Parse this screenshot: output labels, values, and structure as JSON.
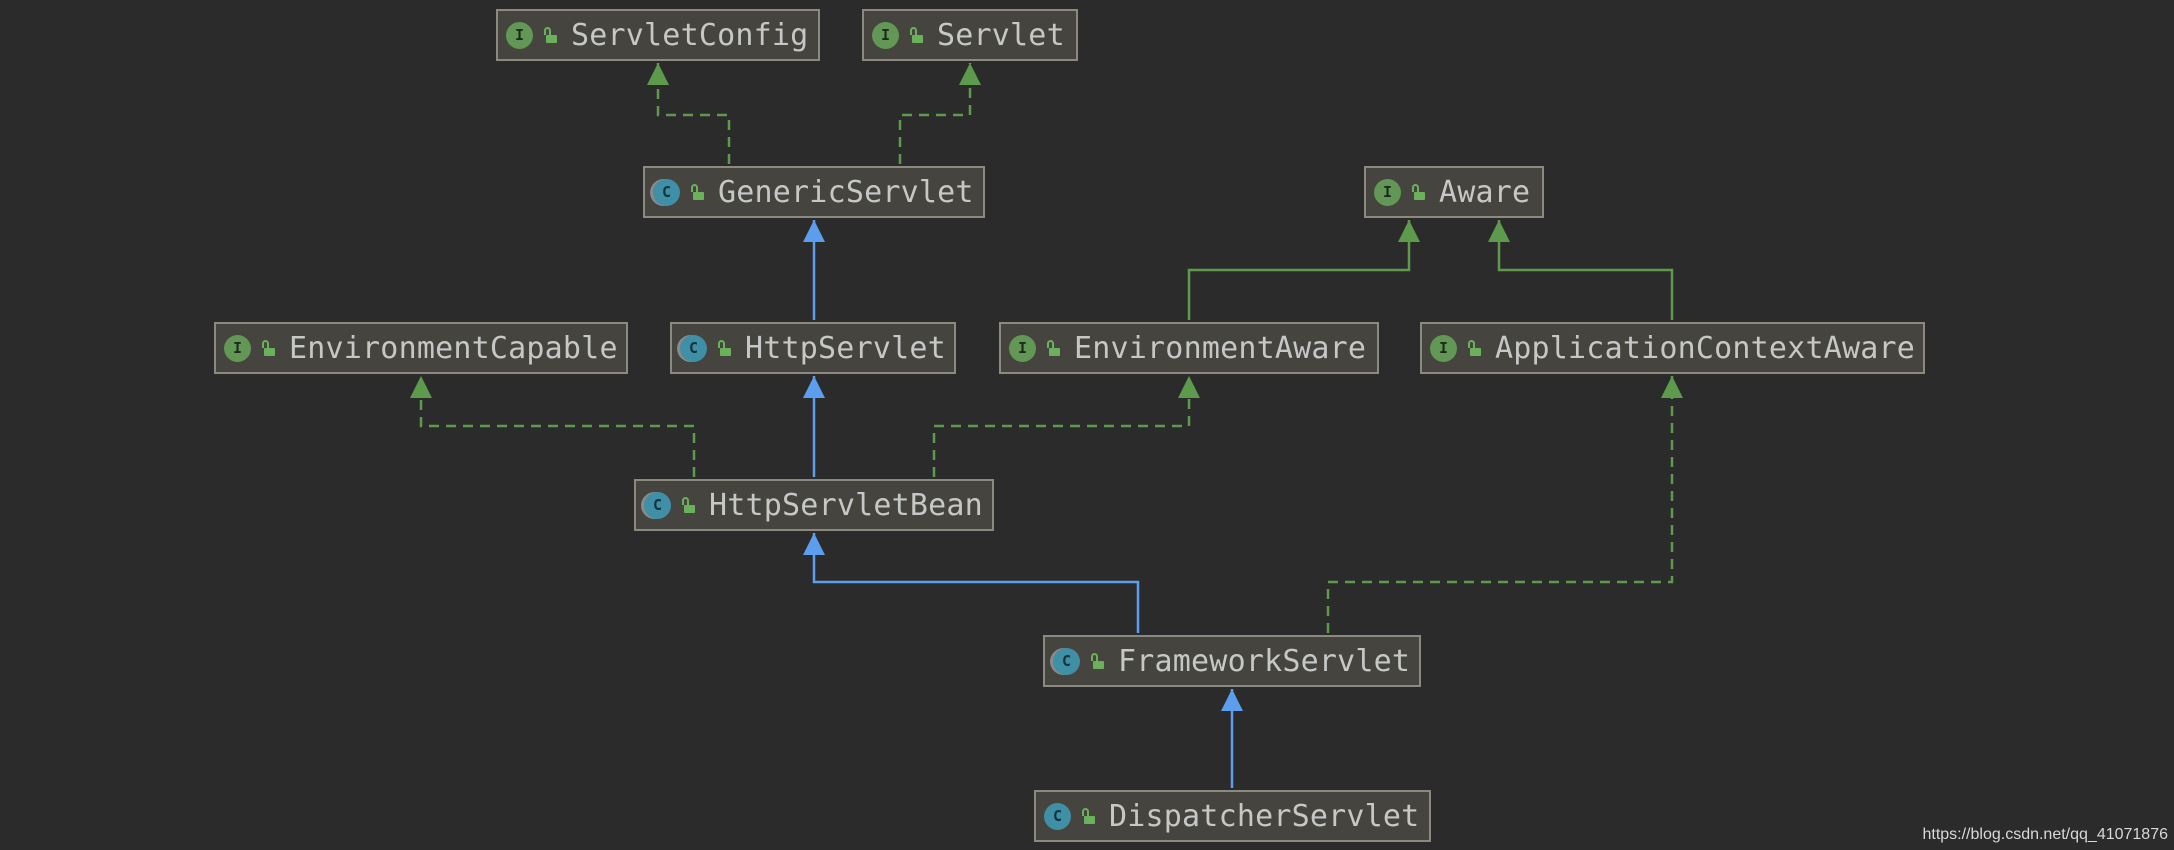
{
  "diagram": {
    "nodes": [
      {
        "id": "servletconfig",
        "name": "ServletConfig",
        "kind": "interface",
        "kind_glyph": "I"
      },
      {
        "id": "servlet",
        "name": "Servlet",
        "kind": "interface",
        "kind_glyph": "I"
      },
      {
        "id": "genericservlet",
        "name": "GenericServlet",
        "kind": "abstract-class",
        "kind_glyph": "C"
      },
      {
        "id": "aware",
        "name": "Aware",
        "kind": "interface",
        "kind_glyph": "I"
      },
      {
        "id": "environmentcapable",
        "name": "EnvironmentCapable",
        "kind": "interface",
        "kind_glyph": "I"
      },
      {
        "id": "httpservlet",
        "name": "HttpServlet",
        "kind": "abstract-class",
        "kind_glyph": "C"
      },
      {
        "id": "environmentaware",
        "name": "EnvironmentAware",
        "kind": "interface",
        "kind_glyph": "I"
      },
      {
        "id": "applicationcontextaware",
        "name": "ApplicationContextAware",
        "kind": "interface",
        "kind_glyph": "I"
      },
      {
        "id": "httpservletbean",
        "name": "HttpServletBean",
        "kind": "abstract-class",
        "kind_glyph": "C"
      },
      {
        "id": "frameworkservlet",
        "name": "FrameworkServlet",
        "kind": "abstract-class",
        "kind_glyph": "C"
      },
      {
        "id": "dispatcherservlet",
        "name": "DispatcherServlet",
        "kind": "class",
        "kind_glyph": "C"
      }
    ],
    "edges": [
      {
        "from": "genericservlet",
        "to": "servletconfig",
        "type": "implements"
      },
      {
        "from": "genericservlet",
        "to": "servlet",
        "type": "implements"
      },
      {
        "from": "httpservlet",
        "to": "genericservlet",
        "type": "extends"
      },
      {
        "from": "environmentaware",
        "to": "aware",
        "type": "interface-extends"
      },
      {
        "from": "applicationcontextaware",
        "to": "aware",
        "type": "interface-extends"
      },
      {
        "from": "httpservletbean",
        "to": "environmentcapable",
        "type": "implements"
      },
      {
        "from": "httpservletbean",
        "to": "httpservlet",
        "type": "extends"
      },
      {
        "from": "httpservletbean",
        "to": "environmentaware",
        "type": "implements"
      },
      {
        "from": "frameworkservlet",
        "to": "httpservletbean",
        "type": "extends"
      },
      {
        "from": "frameworkservlet",
        "to": "applicationcontextaware",
        "type": "implements"
      },
      {
        "from": "dispatcherservlet",
        "to": "frameworkservlet",
        "type": "extends"
      }
    ],
    "colors": {
      "background": "#2b2b2b",
      "extends": "#5c9ded",
      "implements": "#5e9a4c",
      "interface-extends": "#5e9a4c"
    },
    "icons": {
      "interface": "interface-icon",
      "class": "class-icon",
      "abstract-class": "abstract-class-icon",
      "visibility": "public-lock-icon"
    }
  },
  "watermark": "https://blog.csdn.net/qq_41071876"
}
